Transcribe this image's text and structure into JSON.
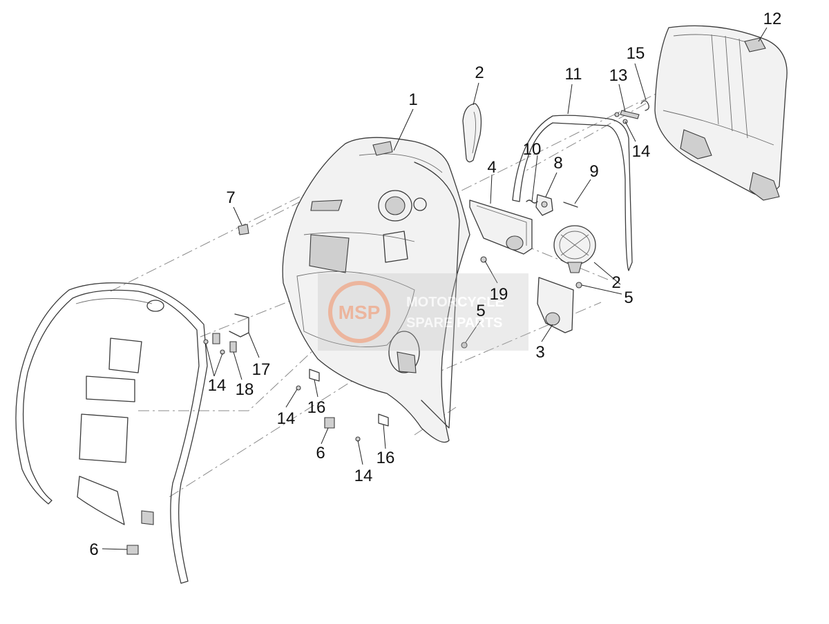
{
  "callouts": [
    {
      "id": "1",
      "text": "1"
    },
    {
      "id": "2a",
      "text": "2"
    },
    {
      "id": "2b",
      "text": "2"
    },
    {
      "id": "3",
      "text": "3"
    },
    {
      "id": "4",
      "text": "4"
    },
    {
      "id": "5a",
      "text": "5"
    },
    {
      "id": "5b",
      "text": "5"
    },
    {
      "id": "6a",
      "text": "6"
    },
    {
      "id": "6b",
      "text": "6"
    },
    {
      "id": "7",
      "text": "7"
    },
    {
      "id": "8",
      "text": "8"
    },
    {
      "id": "9",
      "text": "9"
    },
    {
      "id": "10",
      "text": "10"
    },
    {
      "id": "11",
      "text": "11"
    },
    {
      "id": "12",
      "text": "12"
    },
    {
      "id": "13",
      "text": "13"
    },
    {
      "id": "14a",
      "text": "14"
    },
    {
      "id": "14b",
      "text": "14"
    },
    {
      "id": "14c",
      "text": "14"
    },
    {
      "id": "14d",
      "text": "14"
    },
    {
      "id": "15",
      "text": "15"
    },
    {
      "id": "16a",
      "text": "16"
    },
    {
      "id": "16b",
      "text": "16"
    },
    {
      "id": "17",
      "text": "17"
    },
    {
      "id": "18",
      "text": "18"
    },
    {
      "id": "19",
      "text": "19"
    }
  ],
  "watermark": {
    "line1": "MOTORCYCLE",
    "line2": "SPARE PARTS",
    "logo_text": "MSP"
  },
  "colors": {
    "watermark_orange": "#e8794a",
    "watermark_gray": "#8d8d8d"
  }
}
